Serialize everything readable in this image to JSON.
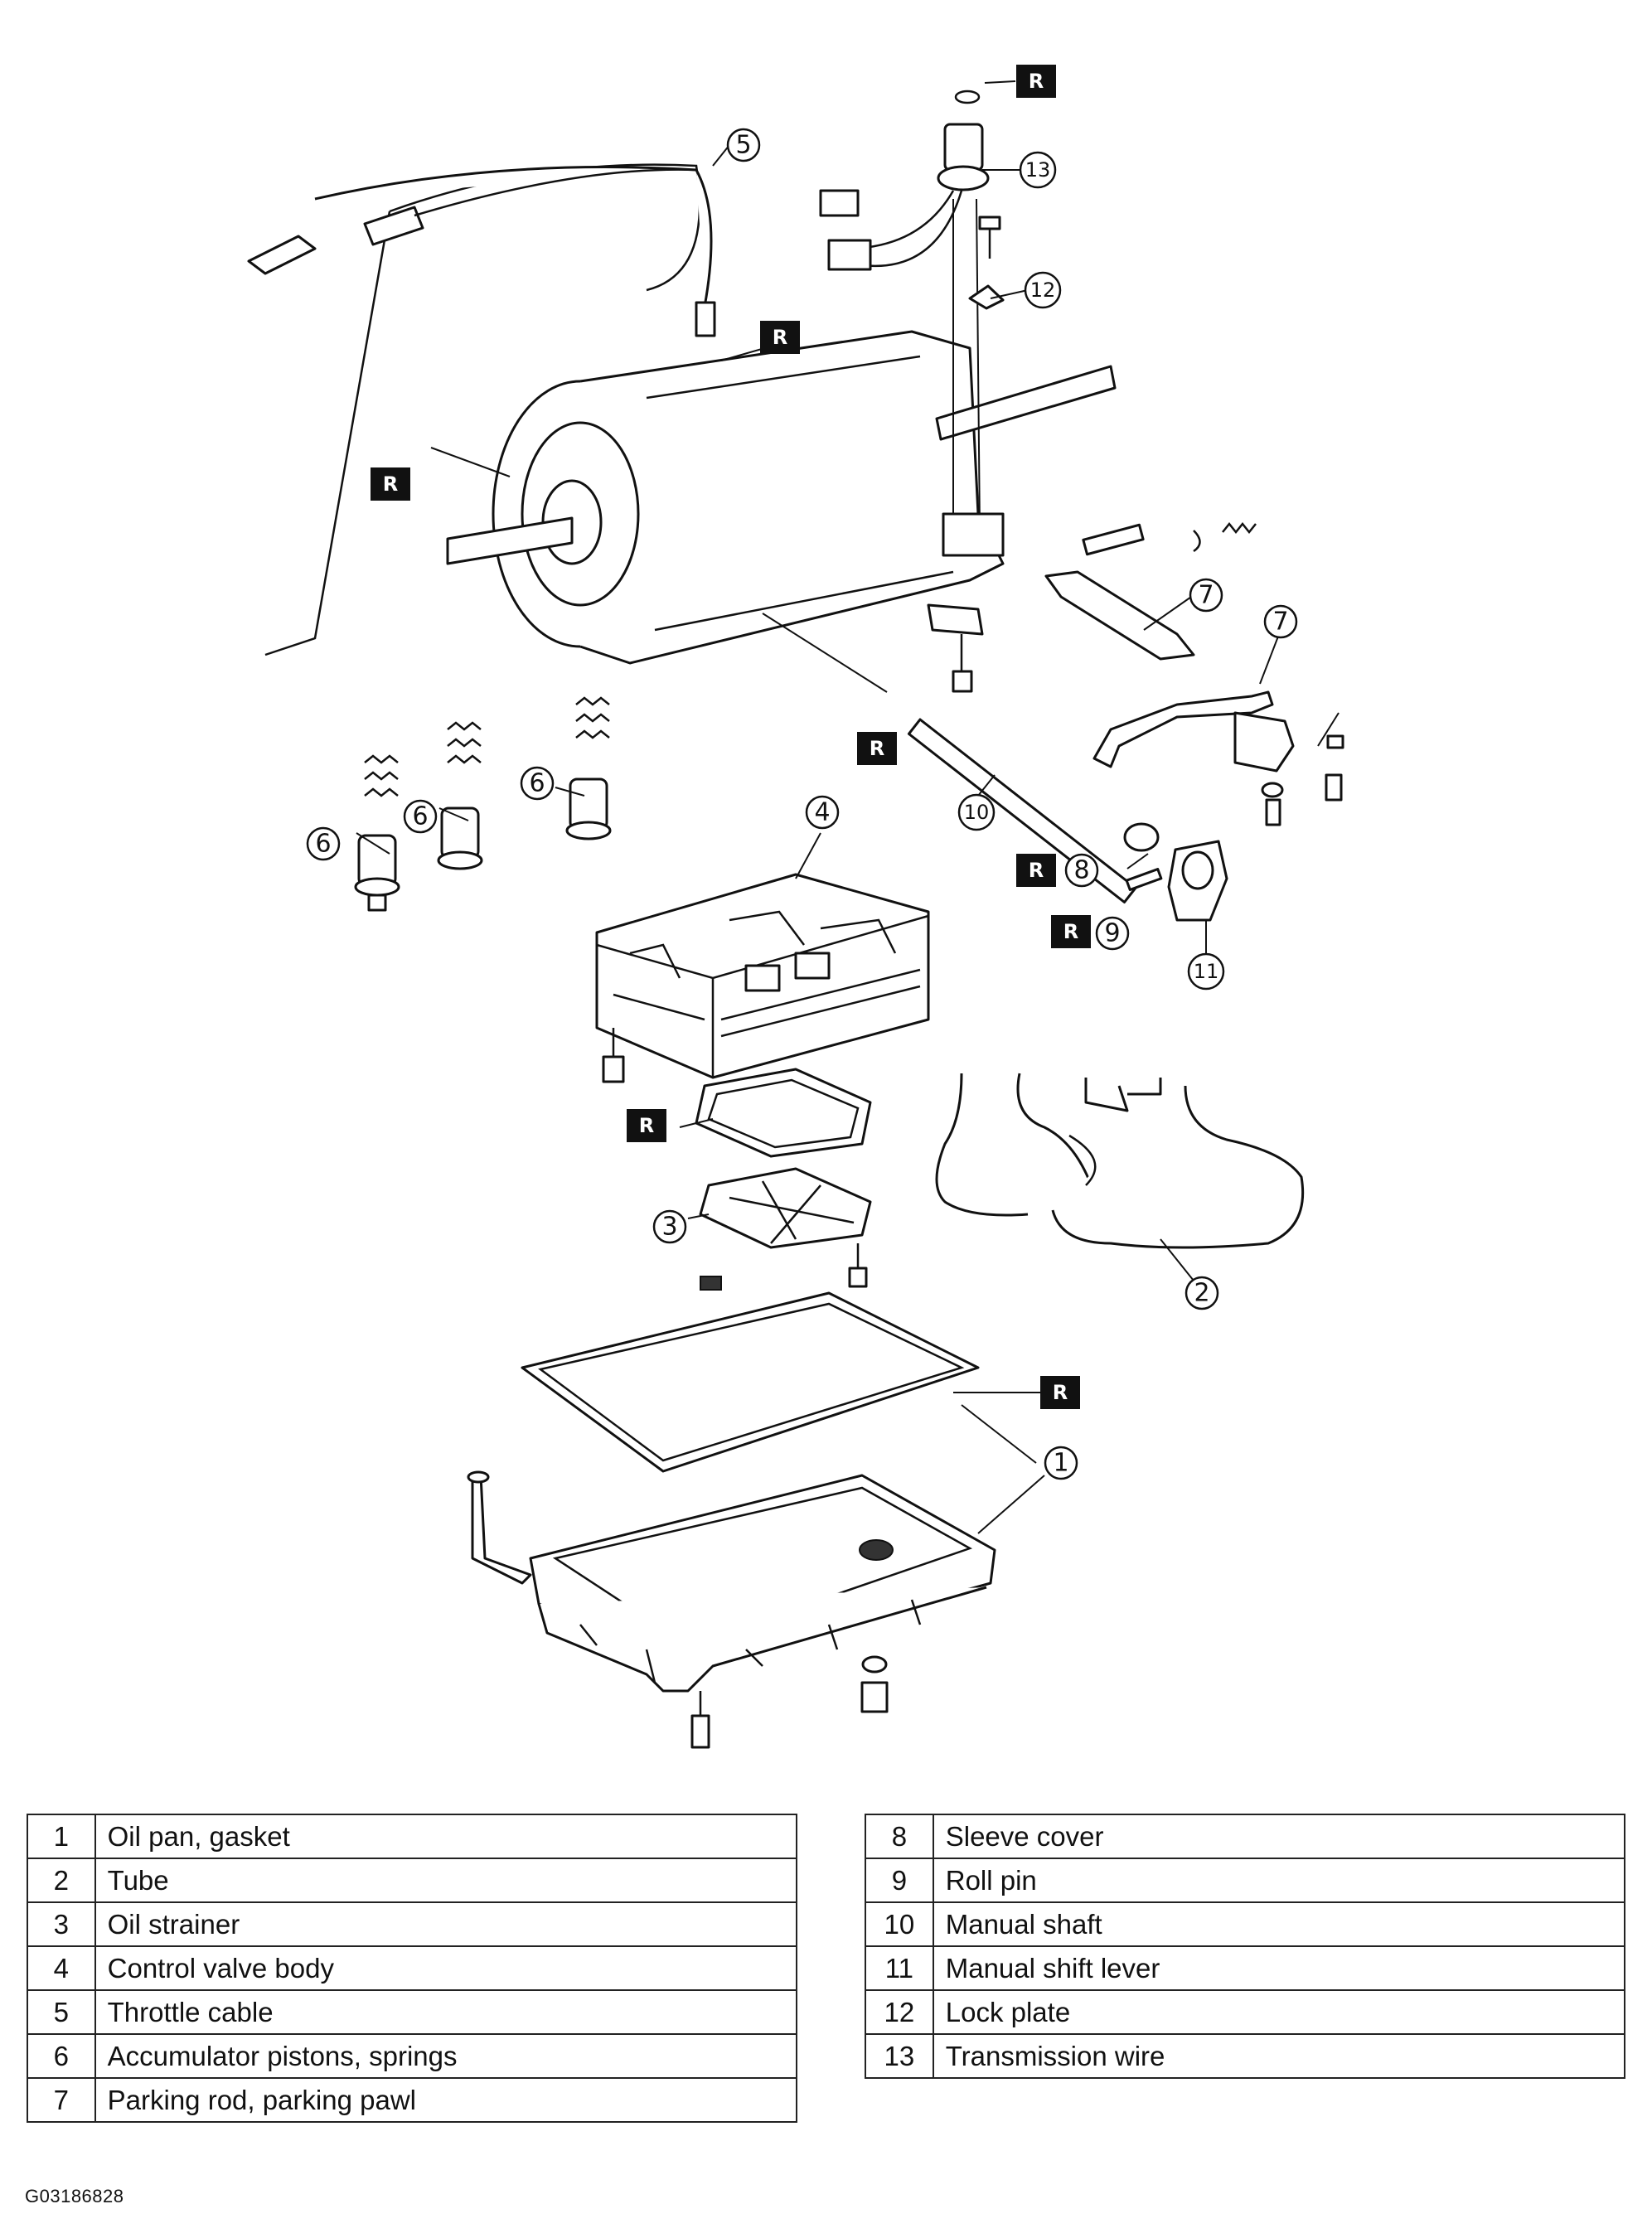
{
  "figure_id": "G03186828",
  "replace_tag": "R",
  "parts_left": [
    {
      "num": "1",
      "desc": "Oil pan, gasket"
    },
    {
      "num": "2",
      "desc": "Tube"
    },
    {
      "num": "3",
      "desc": "Oil strainer"
    },
    {
      "num": "4",
      "desc": "Control valve body"
    },
    {
      "num": "5",
      "desc": "Throttle cable"
    },
    {
      "num": "6",
      "desc": "Accumulator pistons, springs"
    },
    {
      "num": "7",
      "desc": "Parking rod, parking pawl"
    }
  ],
  "parts_right": [
    {
      "num": "8",
      "desc": "Sleeve cover"
    },
    {
      "num": "9",
      "desc": "Roll pin"
    },
    {
      "num": "10",
      "desc": "Manual shaft"
    },
    {
      "num": "11",
      "desc": "Manual shift lever"
    },
    {
      "num": "12",
      "desc": "Lock plate"
    },
    {
      "num": "13",
      "desc": "Transmission wire"
    }
  ],
  "callouts": [
    "①",
    "②",
    "③",
    "④",
    "⑤",
    "⑥",
    "⑦",
    "⑧",
    "⑨",
    "⑩",
    "⑪",
    "⑫",
    "⑬"
  ]
}
